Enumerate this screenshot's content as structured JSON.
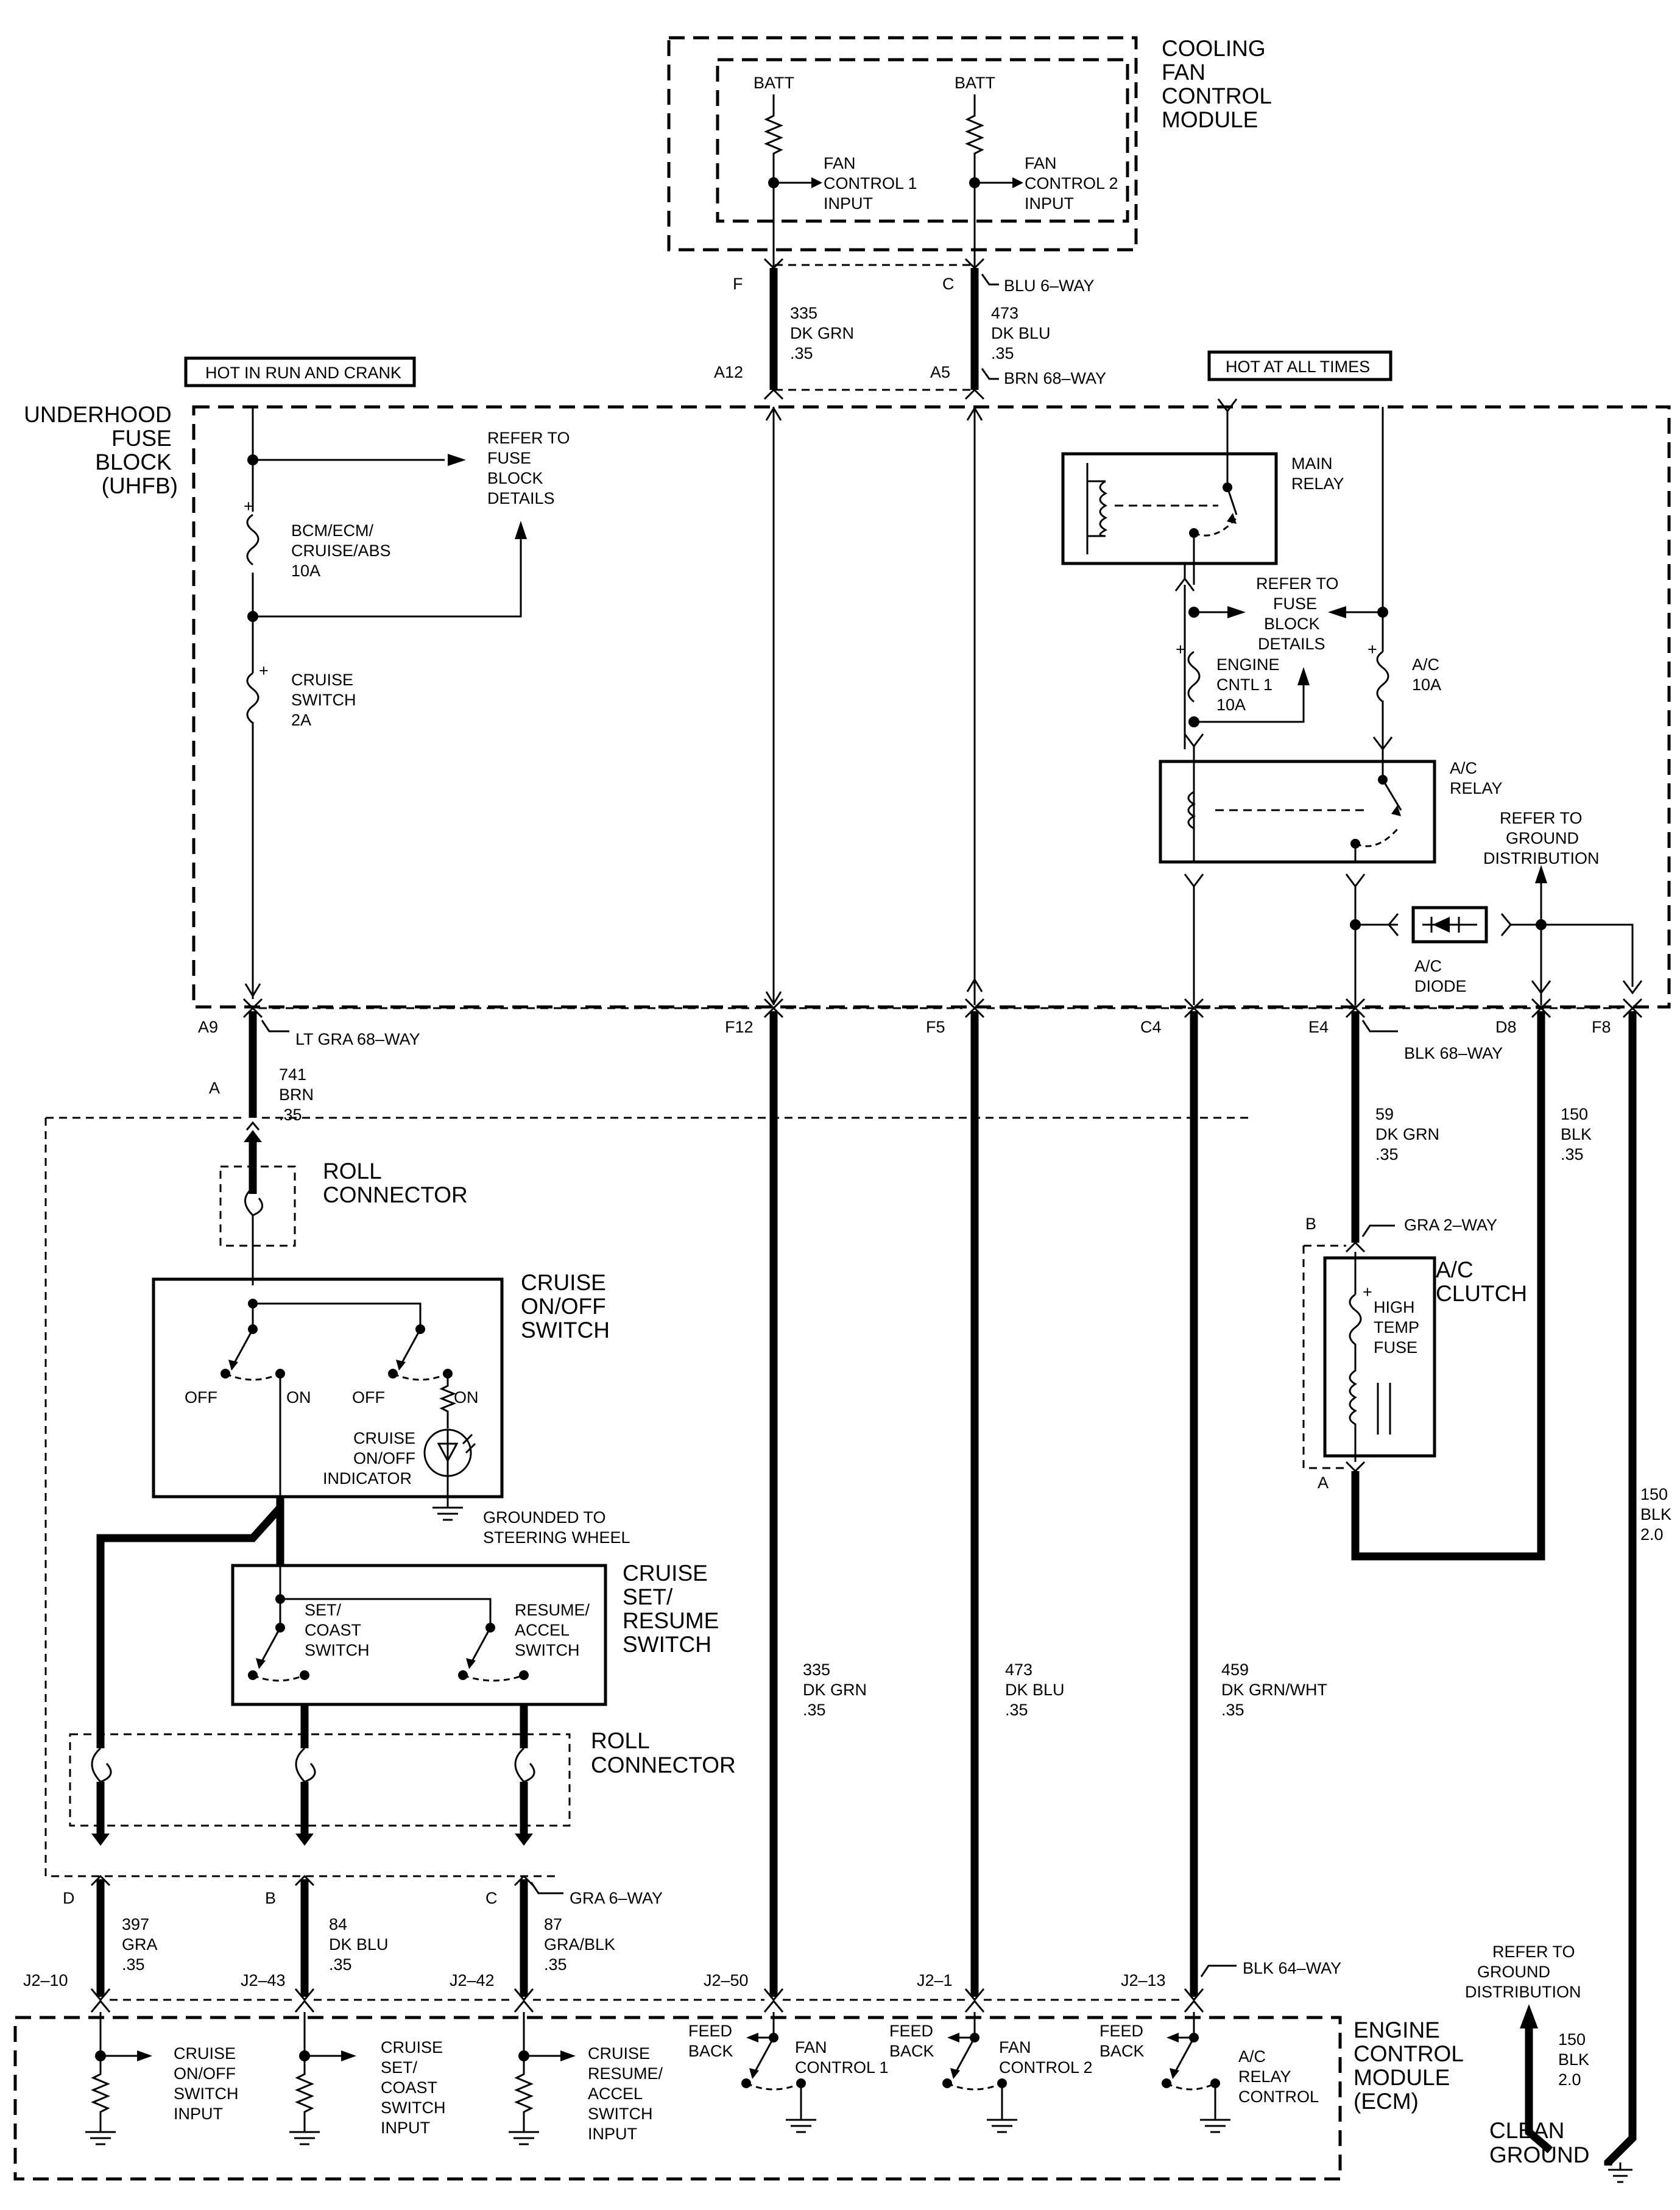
{
  "modules": {
    "cooling_fan": [
      "COOLING",
      "FAN",
      "CONTROL",
      "MODULE"
    ],
    "ecm": [
      "ENGINE",
      "CONTROL",
      "MODULE",
      "(ECM)"
    ],
    "uhfb": [
      "UNDERHOOD",
      "FUSE",
      "BLOCK",
      "(UHFB)"
    ]
  },
  "power_labels": {
    "run_crank": "HOT IN RUN AND CRANK",
    "all_times": "HOT AT ALL TIMES",
    "batt": "BATT"
  },
  "fan_module": {
    "input1": [
      "FAN",
      "CONTROL 1",
      "INPUT"
    ],
    "input2": [
      "FAN",
      "CONTROL 2",
      "INPUT"
    ]
  },
  "connectors": {
    "blu6": "BLU 6–WAY",
    "brn68": "BRN 68–WAY",
    "ltgra68": "LT GRA 68–WAY",
    "blk68": "BLK 68–WAY",
    "gra2": "GRA 2–WAY",
    "gra6": "GRA 6–WAY",
    "blk64": "BLK 64–WAY"
  },
  "pins": {
    "F": "F",
    "C": "C",
    "A12": "A12",
    "A5": "A5",
    "A9": "A9",
    "A": "A",
    "F12": "F12",
    "F5": "F5",
    "C4": "C4",
    "E4": "E4",
    "D8": "D8",
    "F8": "F8",
    "B": "B",
    "A_clutch": "A",
    "D": "D",
    "B2": "B",
    "C2": "C",
    "J2_10": "J2–10",
    "J2_43": "J2–43",
    "J2_42": "J2–42",
    "J2_50": "J2–50",
    "J2_1": "J2–1",
    "J2_13": "J2–13"
  },
  "wires": {
    "w335_top": [
      "335",
      "DK GRN",
      ".35"
    ],
    "w473_top": [
      "473",
      "DK BLU",
      ".35"
    ],
    "w741": [
      "741",
      "BRN",
      ".35"
    ],
    "w59": [
      "59",
      "DK GRN",
      ".35"
    ],
    "w150_top": [
      "150",
      "BLK",
      ".35"
    ],
    "w150_big": [
      "150",
      "BLK",
      "2.0"
    ],
    "w335_bot": [
      "335",
      "DK GRN",
      ".35"
    ],
    "w473_bot": [
      "473",
      "DK BLU",
      ".35"
    ],
    "w459": [
      "459",
      "DK GRN/WHT",
      ".35"
    ],
    "w397": [
      "397",
      "GRA",
      ".35"
    ],
    "w84": [
      "84",
      "DK BLU",
      ".35"
    ],
    "w87": [
      "87",
      "GRA/BLK",
      ".35"
    ],
    "w150_gnd": [
      "150",
      "BLK",
      "2.0"
    ]
  },
  "fuses": {
    "bcm": [
      "BCM/ECM/",
      "CRUISE/ABS",
      "10A"
    ],
    "cruise": [
      "CRUISE",
      "SWITCH",
      "2A"
    ],
    "engine": [
      "ENGINE",
      "CNTL 1",
      "10A"
    ],
    "ac": [
      "A/C",
      "10A"
    ]
  },
  "refer": {
    "fuse_block": [
      "REFER TO",
      "FUSE",
      "BLOCK",
      "DETAILS"
    ],
    "fuse_block2": [
      "REFER TO",
      "FUSE",
      "BLOCK",
      "DETAILS"
    ],
    "ground1": [
      "REFER TO",
      "GROUND",
      "DISTRIBUTION"
    ],
    "ground2": [
      "REFER TO",
      "GROUND",
      "DISTRIBUTION"
    ]
  },
  "relays": {
    "main": [
      "MAIN",
      "RELAY"
    ],
    "ac": [
      "A/C",
      "RELAY"
    ]
  },
  "ac_diode": [
    "A/C",
    "DIODE"
  ],
  "ac_clutch": [
    "A/C",
    "CLUTCH"
  ],
  "high_temp_fuse": [
    "HIGH",
    "TEMP",
    "FUSE"
  ],
  "roll_connector": [
    "ROLL",
    "CONNECTOR"
  ],
  "roll_connector2": [
    "ROLL",
    "CONNECTOR"
  ],
  "cruise_onoff_switch": [
    "CRUISE",
    "ON/OFF",
    "SWITCH"
  ],
  "cruise_set_resume_switch": [
    "CRUISE",
    "SET/",
    "RESUME",
    "SWITCH"
  ],
  "switch_labels": {
    "off": "OFF",
    "on": "ON"
  },
  "indicator": [
    "CRUISE",
    "ON/OFF",
    "INDICATOR"
  ],
  "grounded_steering": [
    "GROUNDED TO",
    "STEERING WHEEL"
  ],
  "set_coast_switch": [
    "SET/",
    "COAST",
    "SWITCH"
  ],
  "resume_accel_switch": [
    "RESUME/",
    "ACCEL",
    "SWITCH"
  ],
  "ecm_inputs": {
    "onoff": [
      "CRUISE",
      "ON/OFF",
      "SWITCH",
      "INPUT"
    ],
    "setcoast": [
      "CRUISE",
      "SET/",
      "COAST",
      "SWITCH",
      "INPUT"
    ],
    "resume": [
      "CRUISE",
      "RESUME/",
      "ACCEL",
      "SWITCH",
      "INPUT"
    ]
  },
  "ecm_outputs": {
    "feedback": [
      "FEED",
      "BACK"
    ],
    "fan1": [
      "FAN",
      "CONTROL 1"
    ],
    "fan2": [
      "FAN",
      "CONTROL 2"
    ],
    "ac": [
      "A/C",
      "RELAY",
      "CONTROL"
    ]
  },
  "clean_ground": [
    "CLEAN",
    "GROUND"
  ]
}
